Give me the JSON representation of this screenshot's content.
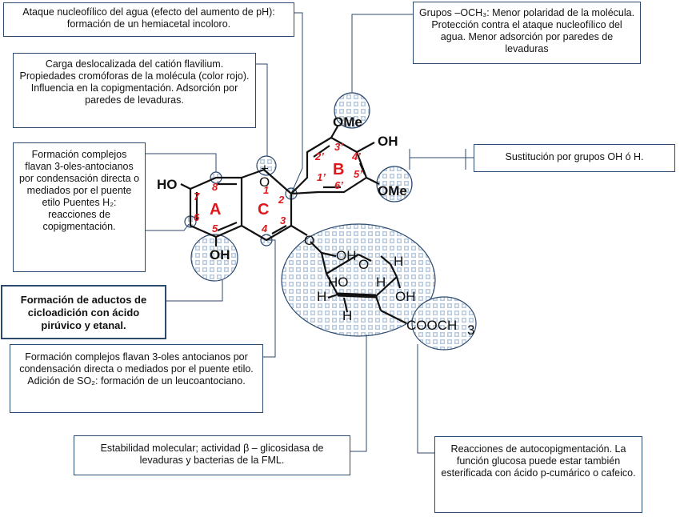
{
  "boxes": {
    "nucleophilic": "Ataque nucleofílico del agua (efecto del  aumento de pH): formación de un hemiacetal incoloro.",
    "flavilium": "Carga deslocalizada del catión flavilium. Propiedades cromóforas de la molécula (color rojo). Influencia en la copigmentación. Adsorción por paredes de levaduras.",
    "complexes_left": "Formación complejos flavan 3-oles-antocianos por condensación directa o mediados por el puente etilo Puentes H₂: reacciones de copigmentación.",
    "adducts": "Formación de aductos de cicloadición con ácido pirúvico y etanal.",
    "complexes_bottom": "Formación complejos flavan 3-oles antocianos por condensación directa o mediados por el puente etilo. Adición de SO₂: formación de un leucoantociano.",
    "stability": "Estabilidad molecular; actividad β – glicosidasa de levaduras y bacterias de la FML.",
    "methoxy": "Grupos –OCH₃: Menor polaridad de la molécula. Protección contra el ataque nucleofílico del agua. Menor adsorción por paredes de levaduras",
    "substitution": "Sustitución por grupos OH ó H.",
    "autocopig": "Reacciones de autocopigmentación. La función glucosa puede estar también esterificada con ácido p-cumárico o cafeico."
  },
  "molecule": {
    "ring_a": "A",
    "ring_b": "B",
    "ring_c": "C",
    "group_ho": "HO",
    "group_oh_bottom": "OH",
    "group_ome_top": "OMe",
    "group_oh_top": "OH",
    "group_ome_right": "OMe",
    "oxygen": "O",
    "plus": "+",
    "o_link": "O",
    "glucose_oh_top": "OH",
    "glucose_o_ring": "O",
    "glucose_h_right": "H",
    "glucose_ho": "HO",
    "glucose_h_mid": "H",
    "glucose_oh_right": "OH",
    "glucose_h_left": "H",
    "glucose_h_bottom": "H",
    "ester": "COOCH",
    "ester_sub": "3",
    "pos_8": "8",
    "pos_7": "7",
    "pos_6": "6",
    "pos_5": "5",
    "pos_4": "4",
    "pos_3": "3",
    "pos_2": "2",
    "pos_1": "1",
    "pos_2p": "2’",
    "pos_3p": "3’",
    "pos_4p": "4’",
    "pos_5p": "5’",
    "pos_6p": "6’",
    "pos_1p": "1’"
  },
  "colors": {
    "box_border": "#2c4a6e",
    "position_label": "#e0181e",
    "highlight_fill": "#c8d6e8"
  }
}
